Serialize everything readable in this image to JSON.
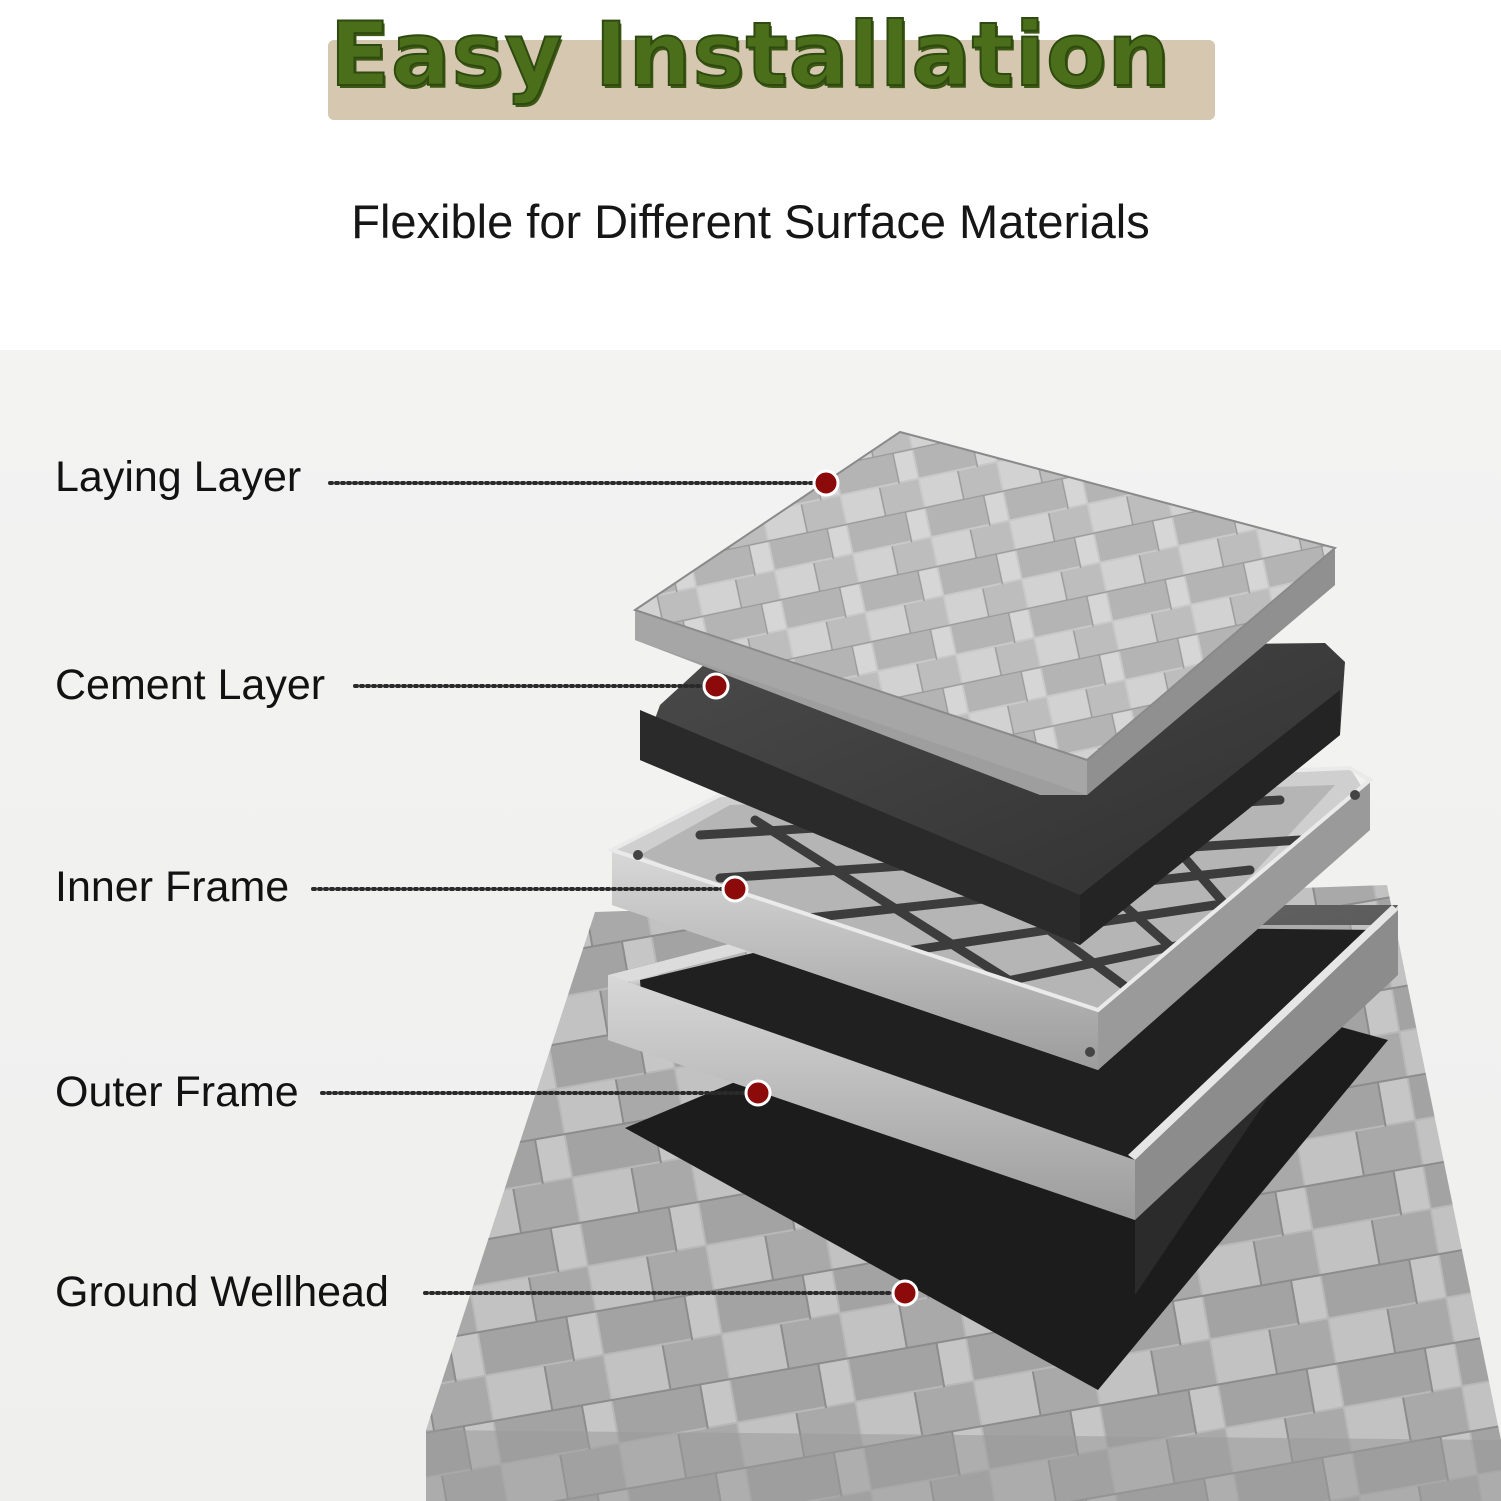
{
  "header": {
    "title": "Easy Installation",
    "subtitle": "Flexible for Different Surface Materials"
  },
  "colors": {
    "title_green": "#4a6e1a",
    "banner_tan": "#d6c8b0",
    "marker_red": "#8c0a0a"
  },
  "layers": [
    {
      "label": "Laying Layer",
      "icon": "paver-tile-layer"
    },
    {
      "label": "Cement Layer",
      "icon": "cement-slab-layer"
    },
    {
      "label": "Inner Frame",
      "icon": "steel-inner-frame"
    },
    {
      "label": "Outer Frame",
      "icon": "steel-outer-frame"
    },
    {
      "label": "Ground Wellhead",
      "icon": "ground-wellhead"
    }
  ]
}
